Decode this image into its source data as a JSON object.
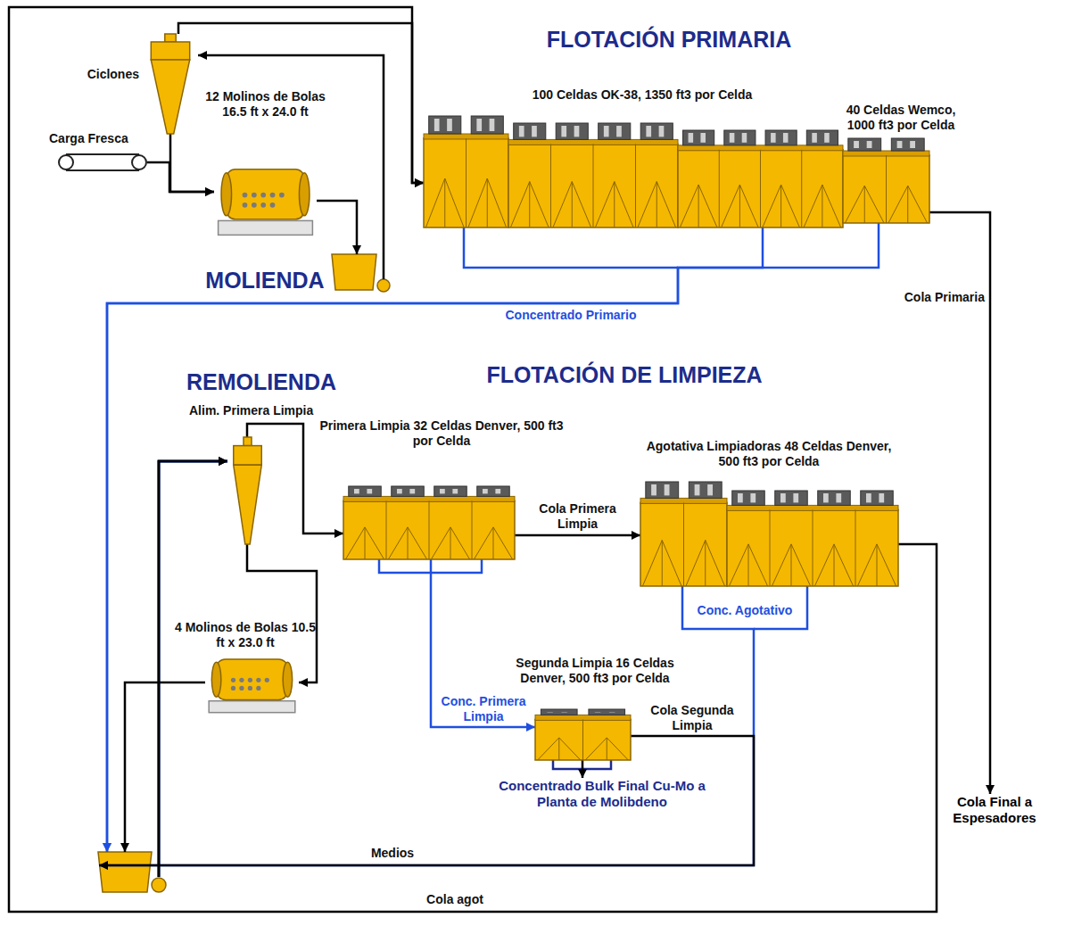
{
  "diagram": {
    "nodes": [
      {
        "text": [
          "Carga Fresca"
        ]
      },
      {
        "text": [
          "Ciclones"
        ]
      },
      {
        "text": [
          "12 Molinos de Bolas 16.5 ft x 24.0 ft",
          "MOLIENDA"
        ]
      },
      {
        "text": [
          "100 Celdas OK-38, 1350 ft3 por Celda"
        ]
      },
      {
        "text": [
          "40 Celdas Wemco, 1000 ft3 por Celda"
        ]
      },
      {
        "text": [
          "4 Molinos de Bolas 10.5 ft x 23.0 ft"
        ]
      },
      {
        "text": [
          "REMOLIENDA"
        ]
      },
      {
        "text": [
          "Primera Limpia 32 Celdas Denver, 500 ft3 por Celda"
        ]
      },
      {
        "text": [
          "Agotativa Limpiadoras 48 Celdas Denver, 500 ft3 por Celda"
        ]
      },
      {
        "text": [
          "Segunda Limpia 16 Celdas Denver, 500 ft3 por Celda"
        ]
      },
      {
        "text": [
          "Concentrado Bulk Final Cu-Mo a Planta de Molibdeno"
        ]
      },
      {
        "text": [
          "Cola Final a Espesadores"
        ]
      }
    ],
    "edges": [
      {
        "from": 0,
        "to": 2,
        "arrow": "to"
      },
      {
        "from": 1,
        "to": 2,
        "arrow": "to"
      },
      {
        "from": 2,
        "to": 1,
        "arrow": "to"
      },
      {
        "from": 1,
        "to": 3,
        "arrow": "to"
      },
      {
        "from": 3,
        "to": 6,
        "label": "Concentrado Primario",
        "arrow": "to"
      },
      {
        "from": 4,
        "to": 6,
        "arrow": "to"
      },
      {
        "from": 4,
        "to": 11,
        "label": "Cola Primaria",
        "arrow": "to"
      },
      {
        "from": 6,
        "to": 7,
        "label": "Alim. Primera Limpia",
        "arrow": "to"
      },
      {
        "from": 6,
        "to": 5,
        "arrow": "to"
      },
      {
        "from": 7,
        "to": 8,
        "label": "Cola Primera Limpia",
        "arrow": "to"
      },
      {
        "from": 7,
        "to": 9,
        "label": "Conc. Primera Limpia",
        "arrow": "to"
      },
      {
        "from": 9,
        "to": 10,
        "arrow": "to"
      },
      {
        "from": 8,
        "to": 6,
        "label": "Conc. Agotativo",
        "arrow": "to"
      },
      {
        "from": 9,
        "to": 6,
        "label": "Cola Segunda Limpia",
        "arrow": "to"
      },
      {
        "from": 5,
        "to": 6,
        "arrow": "to"
      },
      {
        "from": 8,
        "to": 3,
        "label": "Cola agot",
        "arrow": "to"
      }
    ],
    "labels": [
      "FLOTACIÓN PRIMARIA",
      "FLOTACIÓN DE LIMPIEZA",
      "Medios"
    ]
  }
}
